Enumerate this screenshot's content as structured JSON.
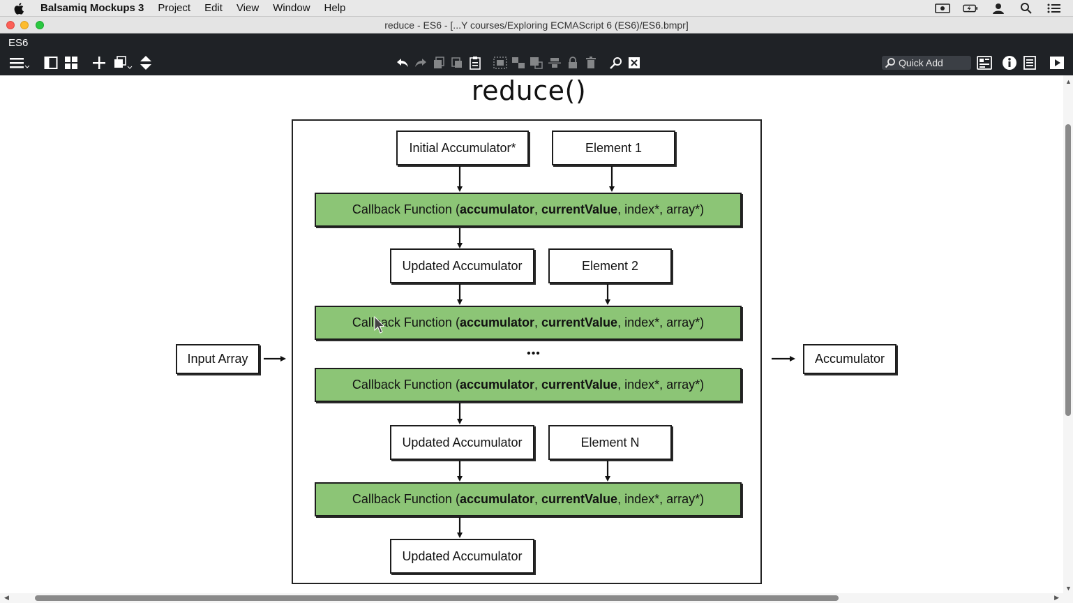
{
  "menubar": {
    "app_name": "Balsamiq Mockups 3",
    "items": [
      "Project",
      "Edit",
      "View",
      "Window",
      "Help"
    ],
    "status_icons": [
      "screen-record-icon",
      "battery-icon",
      "user-icon",
      "spotlight-search-icon",
      "notification-list-icon"
    ]
  },
  "window": {
    "title": "reduce - ES6 - [...Y courses/Exploring ECMAScript 6 (ES6)/ES6.bmpr]"
  },
  "toolbar": {
    "doc_tab": "ES6",
    "quick_add_placeholder": "Quick Add"
  },
  "diagram": {
    "title": "reduce()",
    "input": "Input Array",
    "output": "Accumulator",
    "initial_accumulator": "Initial Accumulator*",
    "elements": [
      "Element 1",
      "Element 2",
      "Element N"
    ],
    "updated_accumulator": "Updated Accumulator",
    "ellipsis": "•••",
    "callback": {
      "prefix": "Callback Function (",
      "param1": "accumulator",
      "sep1": ", ",
      "param2": "currentValue",
      "suffix": ", index*, array*)"
    }
  },
  "colors": {
    "callback_fill": "#8cc576",
    "toolbar_bg": "#1f2226",
    "menubar_bg": "#e8e8e8"
  }
}
